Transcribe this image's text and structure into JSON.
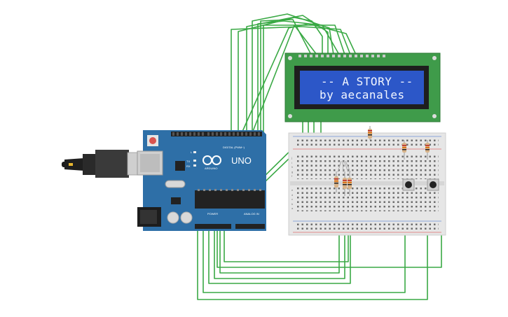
{
  "lcd": {
    "line1": "-- A STORY --",
    "line2": "by aecanales"
  },
  "arduino": {
    "model": "UNO",
    "digital_label": "DIGITAL (PWM~)",
    "analog_label": "ANALOG IN",
    "power_label": "POWER",
    "tx_label": "TX",
    "rx_label": "RX",
    "l_label": "L",
    "colors": {
      "board": "#2e6fa7",
      "header": "#222222",
      "reset": "#d9534f"
    }
  },
  "breadboard": {
    "rows_top": [
      "j",
      "i",
      "h",
      "g",
      "f"
    ],
    "rows_bottom": [
      "e",
      "d",
      "c",
      "b",
      "a"
    ],
    "colors": {
      "body": "#e6e6e6",
      "hole": "#6d6d6d"
    }
  },
  "wires": {
    "color": "#3aa945"
  }
}
